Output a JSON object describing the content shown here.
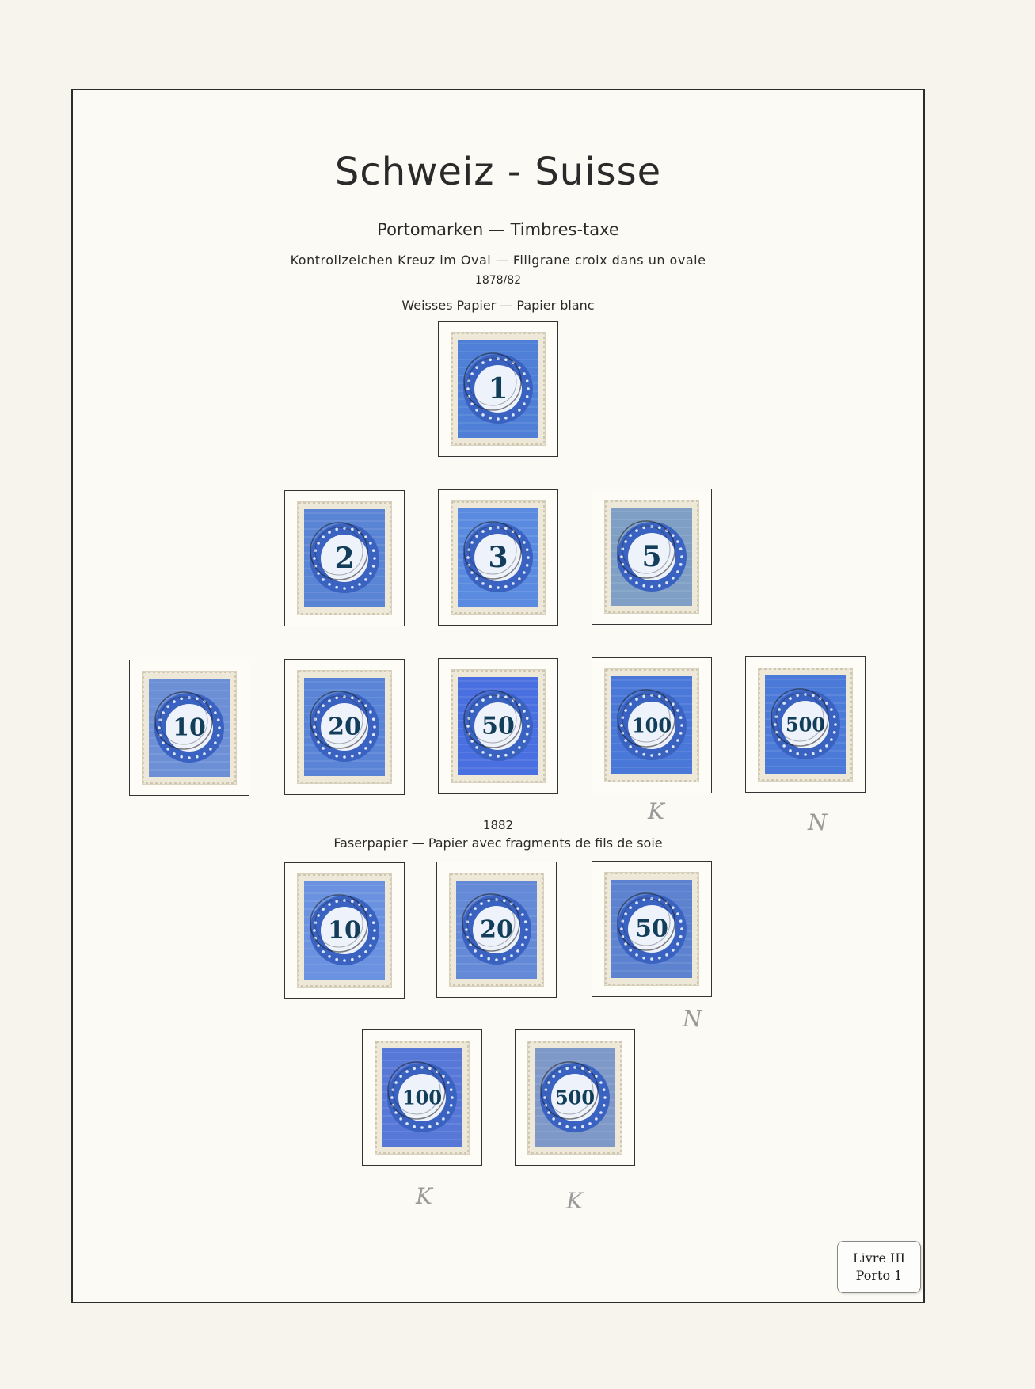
{
  "album": {
    "title": "Schweiz - Suisse",
    "subtitle": "Portomarken — Timbres-taxe",
    "watermark_note": "Kontrollzeichen Kreuz im Oval — Filigrane croix dans un ovale",
    "section1_years": "1878/82",
    "section1_paper": "Weisses Papier — Papier blanc",
    "section2_years": "1882",
    "section2_paper": "Faserpapier — Papier avec fragments de fils de soie"
  },
  "stamps": [
    {
      "value": "1",
      "color": "#4f7fd6"
    },
    {
      "value": "2",
      "color": "#5a84d4"
    },
    {
      "value": "3",
      "color": "#5b8be0"
    },
    {
      "value": "5",
      "color": "#7f9fc4"
    },
    {
      "value": "10",
      "color": "#6d8fd6"
    },
    {
      "value": "20",
      "color": "#5a85d6"
    },
    {
      "value": "50",
      "color": "#4a6fe0"
    },
    {
      "value": "100",
      "color": "#4a78d8"
    },
    {
      "value": "500",
      "color": "#4c7ad8"
    },
    {
      "value": "10",
      "color": "#6a92e0"
    },
    {
      "value": "20",
      "color": "#6489d6"
    },
    {
      "value": "50",
      "color": "#5c82d0"
    },
    {
      "value": "100",
      "color": "#5878d8"
    },
    {
      "value": "500",
      "color": "#7e98c8"
    }
  ],
  "pencil_marks": [
    "K",
    "N",
    "N",
    "K",
    "K"
  ],
  "label": {
    "line1": "Livre III",
    "line2": "Porto 1"
  }
}
